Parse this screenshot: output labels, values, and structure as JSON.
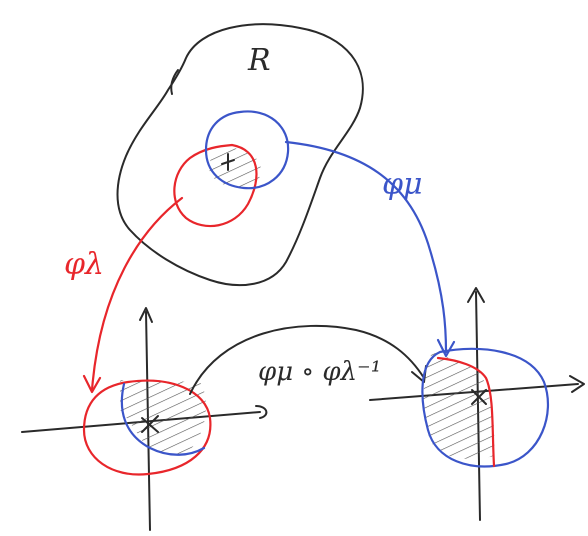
{
  "labels": {
    "region": "R",
    "phi_lambda": "φλ",
    "phi_mu": "φμ",
    "transition": "φμ ∘ φλ⁻¹"
  },
  "colors": {
    "ink": "#2a2a2a",
    "chart_lambda": "#e8262b",
    "chart_mu": "#3b55c9",
    "paper": "#ffffff"
  }
}
